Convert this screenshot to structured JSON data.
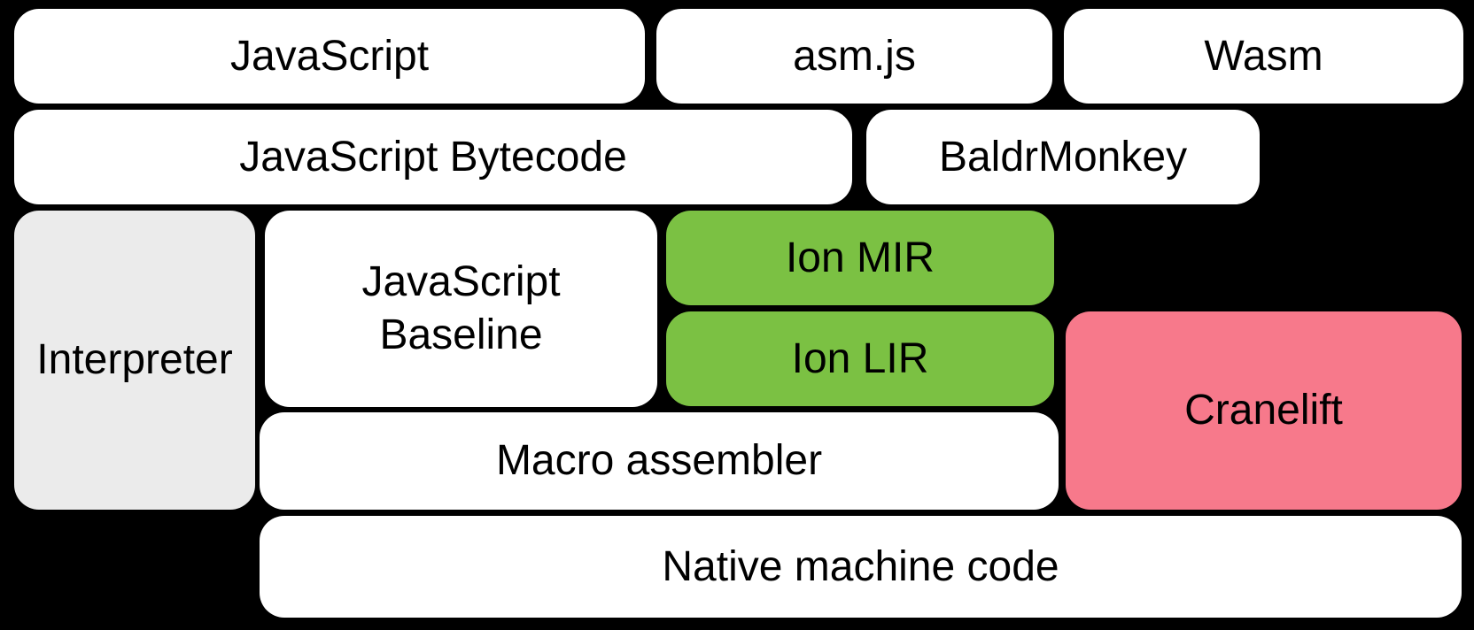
{
  "colors": {
    "background": "#000000",
    "white_box": "#FFFFFF",
    "gray_box": "#EBEBEB",
    "green_box": "#7BC143",
    "pink_box": "#F7798B",
    "text": "#000000"
  },
  "boxes": {
    "javascript": {
      "label": "JavaScript",
      "color": "#FFFFFF"
    },
    "asmjs": {
      "label": "asm.js",
      "color": "#FFFFFF"
    },
    "wasm": {
      "label": "Wasm",
      "color": "#FFFFFF"
    },
    "bytecode": {
      "label": "JavaScript Bytecode",
      "color": "#FFFFFF"
    },
    "baldrmonkey": {
      "label": "BaldrMonkey",
      "color": "#FFFFFF"
    },
    "interpreter": {
      "label": "Interpreter",
      "color": "#EBEBEB"
    },
    "baseline": {
      "label": "JavaScript Baseline",
      "color": "#FFFFFF"
    },
    "ion_mir": {
      "label": "Ion MIR",
      "color": "#7BC143"
    },
    "ion_lir": {
      "label": "Ion LIR",
      "color": "#7BC143"
    },
    "cranelift": {
      "label": "Cranelift",
      "color": "#F7798B"
    },
    "macro_assembler": {
      "label": "Macro assembler",
      "color": "#FFFFFF"
    },
    "native_machine_code": {
      "label": "Native machine code",
      "color": "#FFFFFF"
    }
  }
}
